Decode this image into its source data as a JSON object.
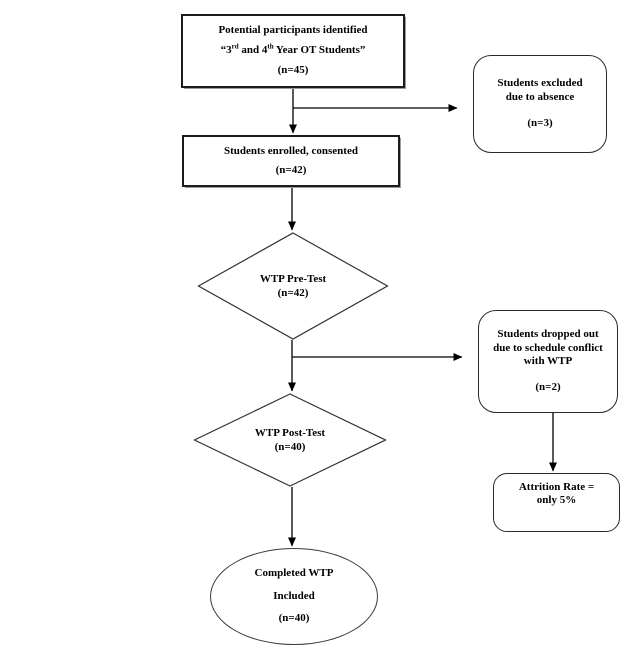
{
  "diagram": {
    "type": "flowchart",
    "colors": {
      "background": "#ffffff",
      "line": "#000000",
      "text": "#000000",
      "box_shadow": "#9b9b9b"
    },
    "nodes": {
      "potential": {
        "line1": "Potential participants identified",
        "line2": {
          "open": "“3",
          "sup1": "rd",
          "mid": " and 4",
          "sup2": "th",
          "rest": " Year OT Students”"
        },
        "n": "(n=45)"
      },
      "excluded": {
        "text": "Students excluded due to absence",
        "n": "(n=3)"
      },
      "enrolled": {
        "text": "Students enrolled, consented",
        "n": "(n=42)"
      },
      "pretest": {
        "text": "WTP Pre-Test",
        "n": "(n=42)"
      },
      "dropped": {
        "text": "Students dropped out due to schedule conflict with WTP",
        "n": "(n=2)"
      },
      "posttest": {
        "text": "WTP Post-Test",
        "n": "(n=40)"
      },
      "attrition": {
        "line1": "Attrition Rate =",
        "line2": "only 5%"
      },
      "completed": {
        "line1": "Completed WTP",
        "line2": "Included",
        "n": "(n=40)"
      }
    }
  }
}
